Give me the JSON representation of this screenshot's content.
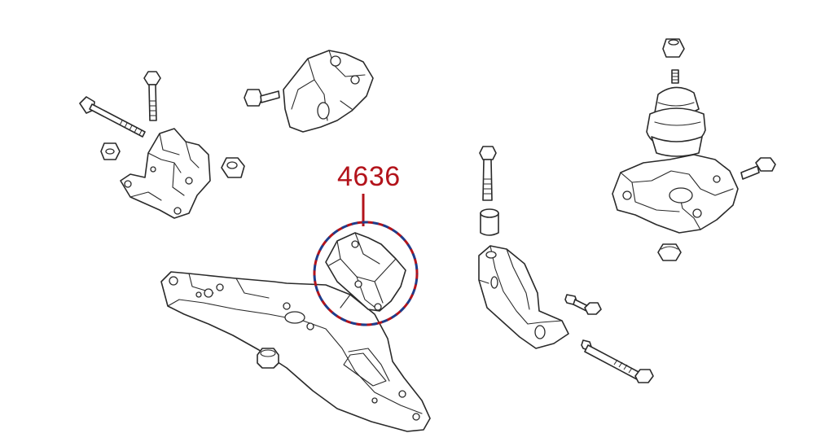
{
  "callout": {
    "part_number": "4636",
    "color": "#b3131b",
    "ring_color_secondary": "#1f3c8a"
  },
  "parts": [
    {
      "name": "long-bolt-left"
    },
    {
      "name": "short-bolt-left"
    },
    {
      "name": "flange-nut-left"
    },
    {
      "name": "engine-mount-bracket-left"
    },
    {
      "name": "rubber-bushing-nut"
    },
    {
      "name": "flange-bolt-upper"
    },
    {
      "name": "engine-mount-upper"
    },
    {
      "name": "transmission-crossmember"
    },
    {
      "name": "crossmember-nut"
    },
    {
      "name": "transmission-mount-insulator"
    },
    {
      "name": "vertical-bolt"
    },
    {
      "name": "spacer-sleeve"
    },
    {
      "name": "transmission-mount-bracket"
    },
    {
      "name": "medium-bolt"
    },
    {
      "name": "long-bolt-right"
    },
    {
      "name": "top-nut"
    },
    {
      "name": "hydraulic-engine-mount"
    },
    {
      "name": "mount-bracket-right"
    },
    {
      "name": "side-bolt-right"
    },
    {
      "name": "lower-nut-right"
    }
  ]
}
